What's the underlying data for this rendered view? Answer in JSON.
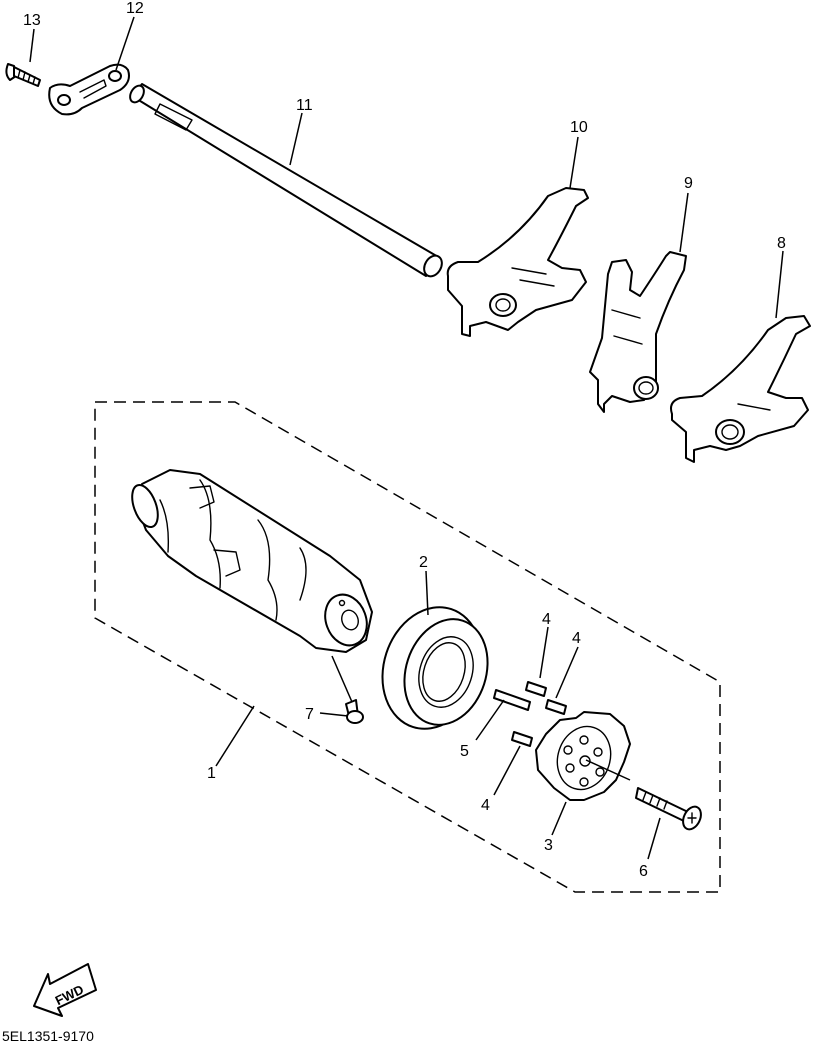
{
  "diagram": {
    "callouts": {
      "c1": "1",
      "c2": "2",
      "c3": "3",
      "c4a": "4",
      "c4b": "4",
      "c4c": "4",
      "c5": "5",
      "c6": "6",
      "c7": "7",
      "c8": "8",
      "c9": "9",
      "c10": "10",
      "c11": "11",
      "c12": "12",
      "c13": "13"
    },
    "fwd_label": "FWD",
    "diagram_code": "5EL1351-9170"
  }
}
